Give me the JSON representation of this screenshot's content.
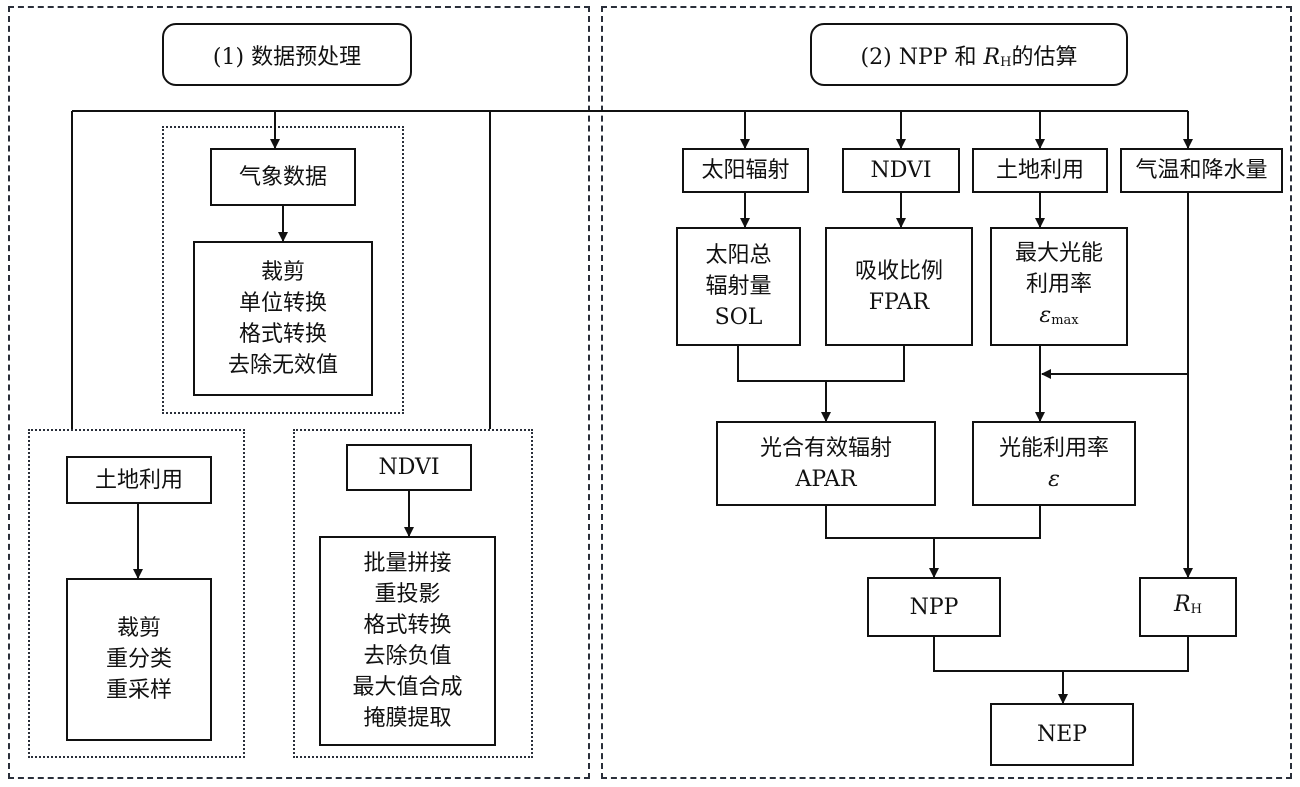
{
  "panel1": {
    "title": "(1) 数据预处理",
    "meteo": {
      "label": "气象数据",
      "steps": [
        "裁剪",
        "单位转换",
        "格式转换",
        "去除无效值"
      ]
    },
    "landuse": {
      "label": "土地利用",
      "steps": [
        "裁剪",
        "重分类",
        "重采样"
      ]
    },
    "ndvi": {
      "label": "NDVI",
      "steps": [
        "批量拼接",
        "重投影",
        "格式转换",
        "去除负值",
        "最大值合成",
        "掩膜提取"
      ]
    }
  },
  "panel2": {
    "title_prefix": "(2) NPP 和 ",
    "title_var": "R",
    "title_sub": "H",
    "title_suffix": "的估算",
    "inputs": [
      "太阳辐射",
      "NDVI",
      "土地利用",
      "气温和降水量"
    ],
    "sol": [
      "太阳总",
      "辐射量",
      "SOL"
    ],
    "fpar": [
      "吸收比例",
      "FPAR"
    ],
    "emax": {
      "line1": "最大光能",
      "line2": "利用率",
      "symbol": "ε",
      "sub": "max"
    },
    "apar": [
      "光合有效辐射",
      "APAR"
    ],
    "eps": {
      "line1": "光能利用率",
      "symbol": "ε"
    },
    "npp": "NPP",
    "rh": {
      "var": "R",
      "sub": "H"
    },
    "nep": "NEP"
  }
}
